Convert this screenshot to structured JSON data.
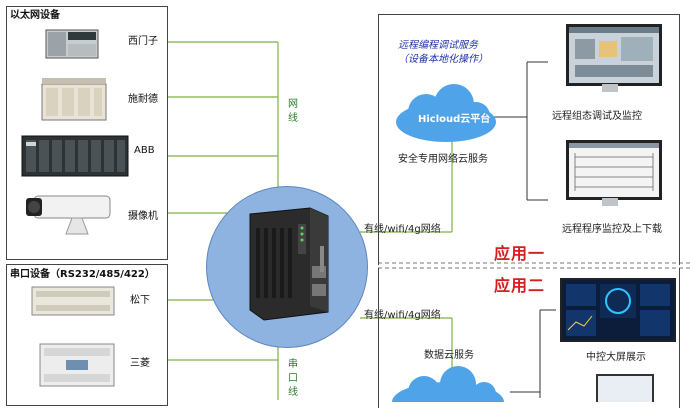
{
  "left": {
    "ethernet_title": "以太网设备",
    "ethernet_devices": [
      {
        "label": "西门子"
      },
      {
        "label": "施耐德"
      },
      {
        "label": "ABB"
      },
      {
        "label": "摄像机"
      }
    ],
    "serial_title": "串口设备（RS232/485/422）",
    "serial_devices": [
      {
        "label": "松下"
      },
      {
        "label": "三菱"
      }
    ],
    "net_line_label": "网线",
    "serial_line_label": "串口线"
  },
  "center": {
    "link_label_1": "有线/wifi/4g网络",
    "link_label_2": "有线/wifi/4g网络"
  },
  "right": {
    "service_title_line1": "远程编程调试服务",
    "service_title_line2": "（设备本地化操作）",
    "cloud_name": "Hicloud云平台",
    "cloud_caption": "安全专用网络云服务",
    "monitor1_caption": "远程组态调试及监控",
    "monitor2_caption": "远程程序监控及上下载",
    "app1": "应用一",
    "app2": "应用二",
    "data_cloud_caption": "数据云服务",
    "dashboard_caption": "中控大屏展示"
  },
  "colors": {
    "line_green": "#7fb04a",
    "cloud_blue": "#4fa3e8",
    "router_bg": "#8fb3e0",
    "accent_red": "#d21f1f"
  }
}
